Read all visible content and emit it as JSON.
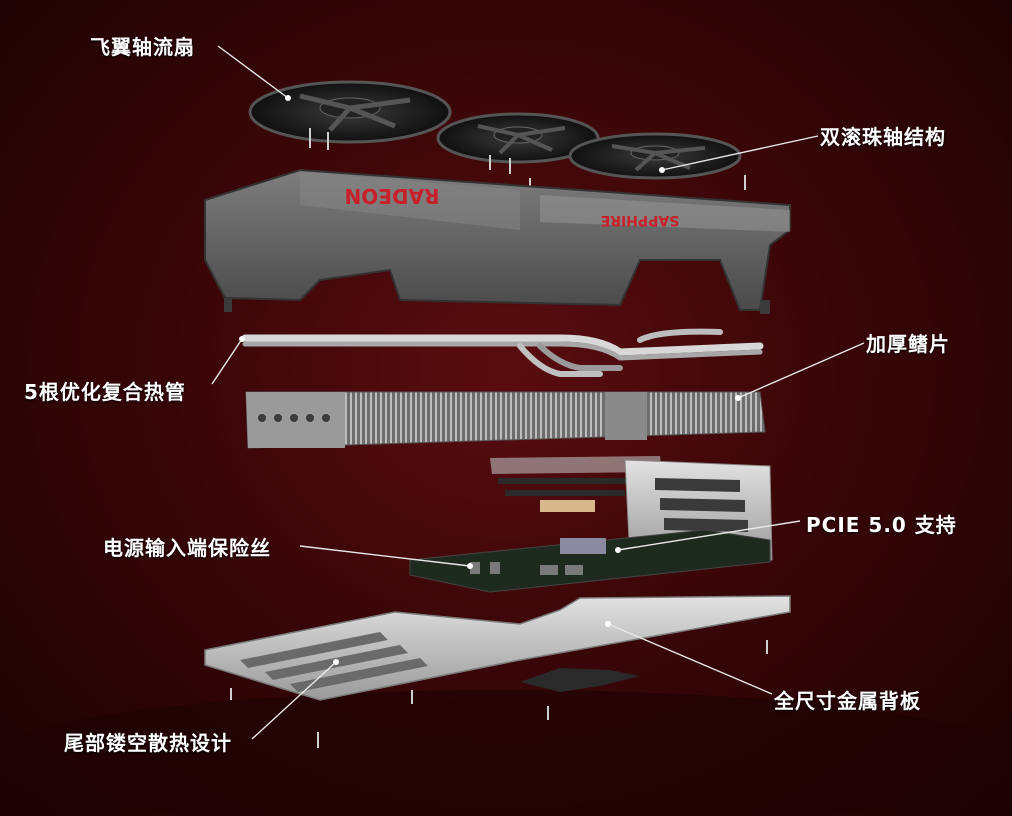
{
  "labels": {
    "fan": "飞翼轴流扇",
    "bearing": "双滚珠轴结构",
    "fins": "加厚鳍片",
    "heatpipes": "5根优化复合热管",
    "pcie": "PCIE 5.0 支持",
    "fuse": "电源输入端保险丝",
    "backplate": "全尺寸金属背板",
    "tail": "尾部镂空散热设计"
  },
  "branding": {
    "radeon": "RADEON",
    "sapphire": "SAPPHIRE"
  },
  "colors": {
    "background": "#3a0608",
    "label_text": "#ffffff",
    "leader_line": "#e8e8e8",
    "brand_red": "#c8202a"
  }
}
